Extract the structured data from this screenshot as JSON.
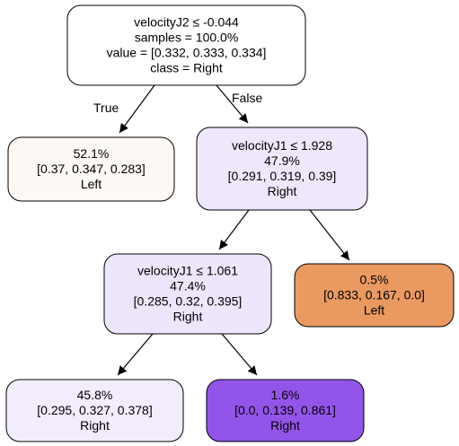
{
  "tree": {
    "nodes": [
      {
        "id": "root",
        "lines": [
          "velocityJ2 ≤ -0.044",
          "samples = 100.0%",
          "value = [0.332, 0.333, 0.334]",
          "class = Right"
        ],
        "fill": "#ffffff"
      },
      {
        "id": "left-1",
        "lines": [
          "52.1%",
          "[0.37, 0.347, 0.283]",
          "Left"
        ],
        "fill": "#fef9f5"
      },
      {
        "id": "right-1",
        "lines": [
          "velocityJ1 ≤ 1.928",
          "47.9%",
          "[0.291, 0.319, 0.39]",
          "Right"
        ],
        "fill": "#efe7fc"
      },
      {
        "id": "right-1-left",
        "lines": [
          "velocityJ1 ≤ 1.061",
          "47.4%",
          "[0.285, 0.32, 0.395]",
          "Right"
        ],
        "fill": "#eee6fc"
      },
      {
        "id": "right-1-right",
        "lines": [
          "0.5%",
          "[0.833, 0.167, 0.0]",
          "Left"
        ],
        "fill": "#ea9a61"
      },
      {
        "id": "leaf-a",
        "lines": [
          "45.8%",
          "[0.295, 0.327, 0.378]",
          "Right"
        ],
        "fill": "#f2ecfd"
      },
      {
        "id": "leaf-b",
        "lines": [
          "1.6%",
          "[0.0, 0.139, 0.861]",
          "Right"
        ],
        "fill": "#9355e9"
      }
    ],
    "edges": [
      {
        "from": "root",
        "to": "left-1",
        "label": "True"
      },
      {
        "from": "root",
        "to": "right-1",
        "label": "False"
      },
      {
        "from": "right-1",
        "to": "right-1-left",
        "label": ""
      },
      {
        "from": "right-1",
        "to": "right-1-right",
        "label": ""
      },
      {
        "from": "right-1-left",
        "to": "leaf-a",
        "label": ""
      },
      {
        "from": "right-1-left",
        "to": "leaf-b",
        "label": ""
      }
    ]
  }
}
